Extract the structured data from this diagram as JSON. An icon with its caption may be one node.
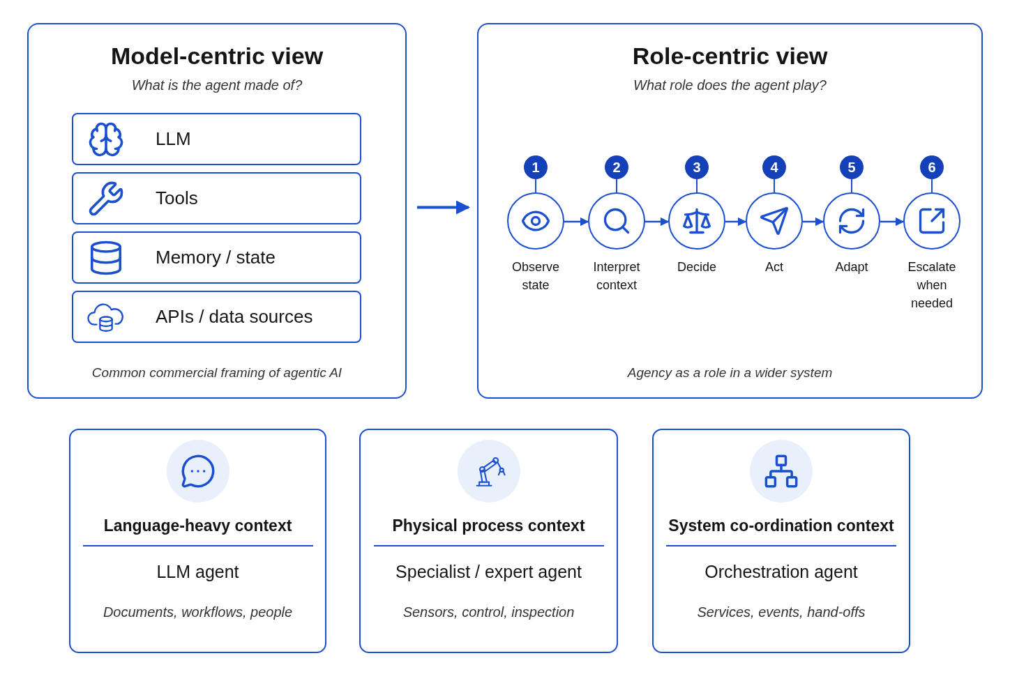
{
  "diagram": {
    "nodes": [
      {
        "text": [
          "Model-centric view",
          "What is the agent made of?",
          "Common commercial framing of agentic AI"
        ]
      },
      {
        "text": [
          "LLM"
        ],
        "in": 0
      },
      {
        "text": [
          "Tools"
        ],
        "in": 0
      },
      {
        "text": [
          "Memory / state"
        ],
        "in": 0
      },
      {
        "text": [
          "APIs / data sources"
        ],
        "in": 0
      },
      {
        "text": [
          "Role-centric view",
          "What role does the agent play?",
          "Agency as a role in a wider system"
        ]
      },
      {
        "text": [
          "1",
          "Observe state"
        ],
        "in": 5
      },
      {
        "text": [
          "2",
          "Interpret context"
        ],
        "in": 5
      },
      {
        "text": [
          "3",
          "Decide"
        ],
        "in": 5
      },
      {
        "text": [
          "4",
          "Act"
        ],
        "in": 5
      },
      {
        "text": [
          "5",
          "Adapt"
        ],
        "in": 5
      },
      {
        "text": [
          "6",
          "Escalate when needed"
        ],
        "in": 5
      },
      {
        "text": [
          "Language-heavy context",
          "LLM agent",
          "Documents, workflows, people"
        ]
      },
      {
        "text": [
          "Physical process context",
          "Specialist / expert agent",
          "Sensors, control, inspection"
        ]
      },
      {
        "text": [
          "System co-ordination context",
          "Orchestration agent",
          "Services, events, hand-offs"
        ]
      }
    ],
    "edges": [
      {
        "from": 0,
        "to": 5,
        "arrow": "to"
      },
      {
        "from": 6,
        "to": 7,
        "arrow": "to"
      },
      {
        "from": 7,
        "to": 8,
        "arrow": "to"
      },
      {
        "from": 8,
        "to": 9,
        "arrow": "to"
      },
      {
        "from": 9,
        "to": 10,
        "arrow": "to"
      },
      {
        "from": 10,
        "to": 11,
        "arrow": "to"
      }
    ]
  }
}
